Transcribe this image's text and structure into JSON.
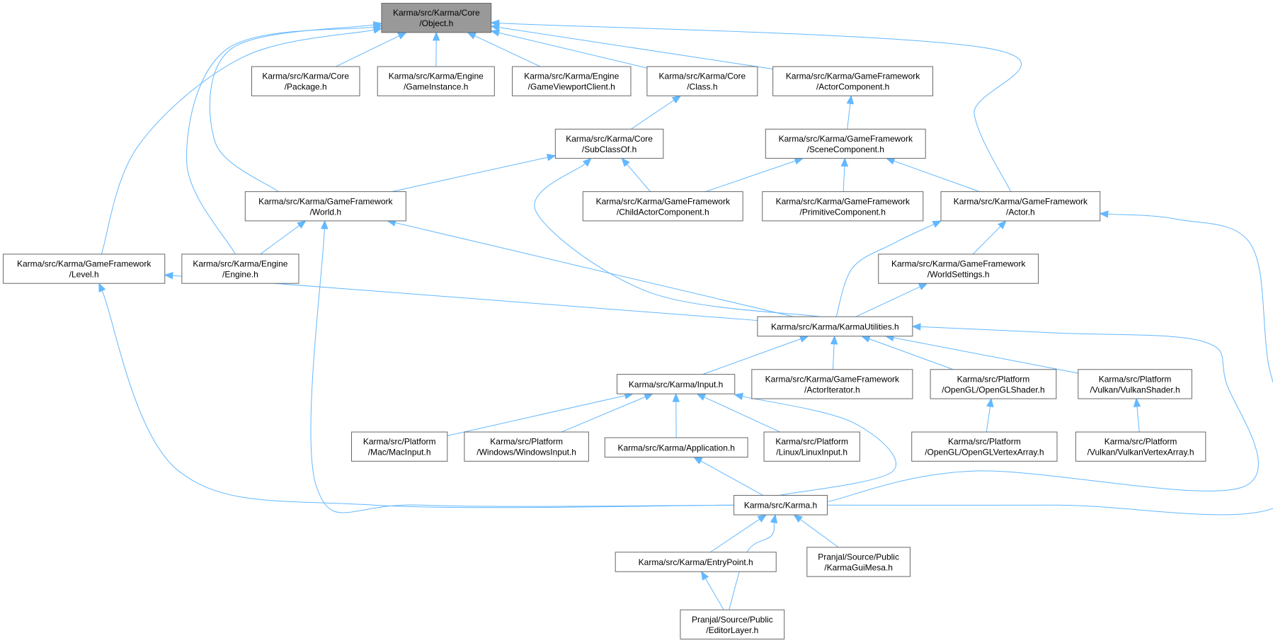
{
  "diagram": {
    "type": "include-dependency-graph",
    "colors": {
      "edge": "#63b8ff",
      "node_border": "#666666",
      "root_fill": "#999999",
      "node_fill": "#ffffff"
    },
    "nodes": [
      {
        "id": "object",
        "lines": [
          "Karma/src/Karma/Core",
          "/Object.h"
        ],
        "root": true
      },
      {
        "id": "package",
        "lines": [
          "Karma/src/Karma/Core",
          "/Package.h"
        ]
      },
      {
        "id": "gameinstance",
        "lines": [
          "Karma/src/Karma/Engine",
          "/GameInstance.h"
        ]
      },
      {
        "id": "gvpclient",
        "lines": [
          "Karma/src/Karma/Engine",
          "/GameViewportClient.h"
        ]
      },
      {
        "id": "class",
        "lines": [
          "Karma/src/Karma/Core",
          "/Class.h"
        ]
      },
      {
        "id": "actorcomp",
        "lines": [
          "Karma/src/Karma/GameFramework",
          "/ActorComponent.h"
        ]
      },
      {
        "id": "subclassof",
        "lines": [
          "Karma/src/Karma/Core",
          "/SubClassOf.h"
        ]
      },
      {
        "id": "scenecomp",
        "lines": [
          "Karma/src/Karma/GameFramework",
          "/SceneComponent.h"
        ]
      },
      {
        "id": "world",
        "lines": [
          "Karma/src/Karma/GameFramework",
          "/World.h"
        ]
      },
      {
        "id": "childactor",
        "lines": [
          "Karma/src/Karma/GameFramework",
          "/ChildActorComponent.h"
        ]
      },
      {
        "id": "primitive",
        "lines": [
          "Karma/src/Karma/GameFramework",
          "/PrimitiveComponent.h"
        ]
      },
      {
        "id": "actor",
        "lines": [
          "Karma/src/Karma/GameFramework",
          "/Actor.h"
        ]
      },
      {
        "id": "level",
        "lines": [
          "Karma/src/Karma/GameFramework",
          "/Level.h"
        ]
      },
      {
        "id": "engine",
        "lines": [
          "Karma/src/Karma/Engine",
          "/Engine.h"
        ]
      },
      {
        "id": "worldsettings",
        "lines": [
          "Karma/src/Karma/GameFramework",
          "/WorldSettings.h"
        ]
      },
      {
        "id": "karmautil",
        "lines": [
          "Karma/src/Karma/KarmaUtilities.h"
        ]
      },
      {
        "id": "input",
        "lines": [
          "Karma/src/Karma/Input.h"
        ]
      },
      {
        "id": "actoriter",
        "lines": [
          "Karma/src/Karma/GameFramework",
          "/ActorIterator.h"
        ]
      },
      {
        "id": "oglshader",
        "lines": [
          "Karma/src/Platform",
          "/OpenGL/OpenGLShader.h"
        ]
      },
      {
        "id": "vkshader",
        "lines": [
          "Karma/src/Platform",
          "/Vulkan/VulkanShader.h"
        ]
      },
      {
        "id": "macinput",
        "lines": [
          "Karma/src/Platform",
          "/Mac/MacInput.h"
        ]
      },
      {
        "id": "wininput",
        "lines": [
          "Karma/src/Platform",
          "/Windows/WindowsInput.h"
        ]
      },
      {
        "id": "application",
        "lines": [
          "Karma/src/Karma/Application.h"
        ]
      },
      {
        "id": "linuxinput",
        "lines": [
          "Karma/src/Platform",
          "/Linux/LinuxInput.h"
        ]
      },
      {
        "id": "oglvao",
        "lines": [
          "Karma/src/Platform",
          "/OpenGL/OpenGLVertexArray.h"
        ]
      },
      {
        "id": "vkvao",
        "lines": [
          "Karma/src/Platform",
          "/Vulkan/VulkanVertexArray.h"
        ]
      },
      {
        "id": "karma",
        "lines": [
          "Karma/src/Karma.h"
        ]
      },
      {
        "id": "entrypoint",
        "lines": [
          "Karma/src/Karma/EntryPoint.h"
        ]
      },
      {
        "id": "guimesa",
        "lines": [
          "Pranjal/Source/Public",
          "/KarmaGuiMesa.h"
        ]
      },
      {
        "id": "editorlayer",
        "lines": [
          "Pranjal/Source/Public",
          "/EditorLayer.h"
        ]
      }
    ]
  }
}
